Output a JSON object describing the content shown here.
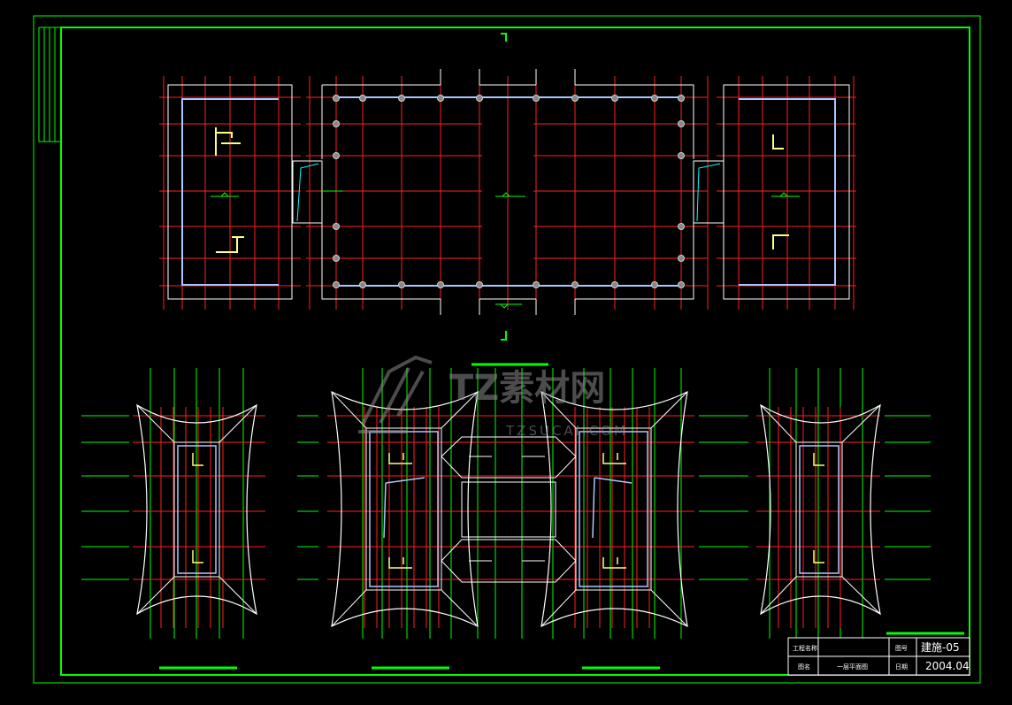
{
  "colors": {
    "background": "#000000",
    "frame": "#00ff00",
    "axis_grid": "#ff2020",
    "wall": "#ffffff",
    "inner_wall": "#a8c8ff",
    "furniture": "#ffff80",
    "cyan_mark": "#00ffff",
    "watermark": "#8a8a8a"
  },
  "watermark": {
    "logo": "TZ素材网",
    "url": "TZSUCAI.COM"
  },
  "title_block": {
    "project_label": "工程名称",
    "project_value": "",
    "drawing_no_label": "图号",
    "drawing_no": "建施-05",
    "drawing_name_label": "图名",
    "drawing_name": "一层平面图",
    "date_label": "日期",
    "date": "2004.04"
  },
  "icons": [
    "section-mark-icon",
    "column-marker-icon",
    "level-mark-icon"
  ]
}
